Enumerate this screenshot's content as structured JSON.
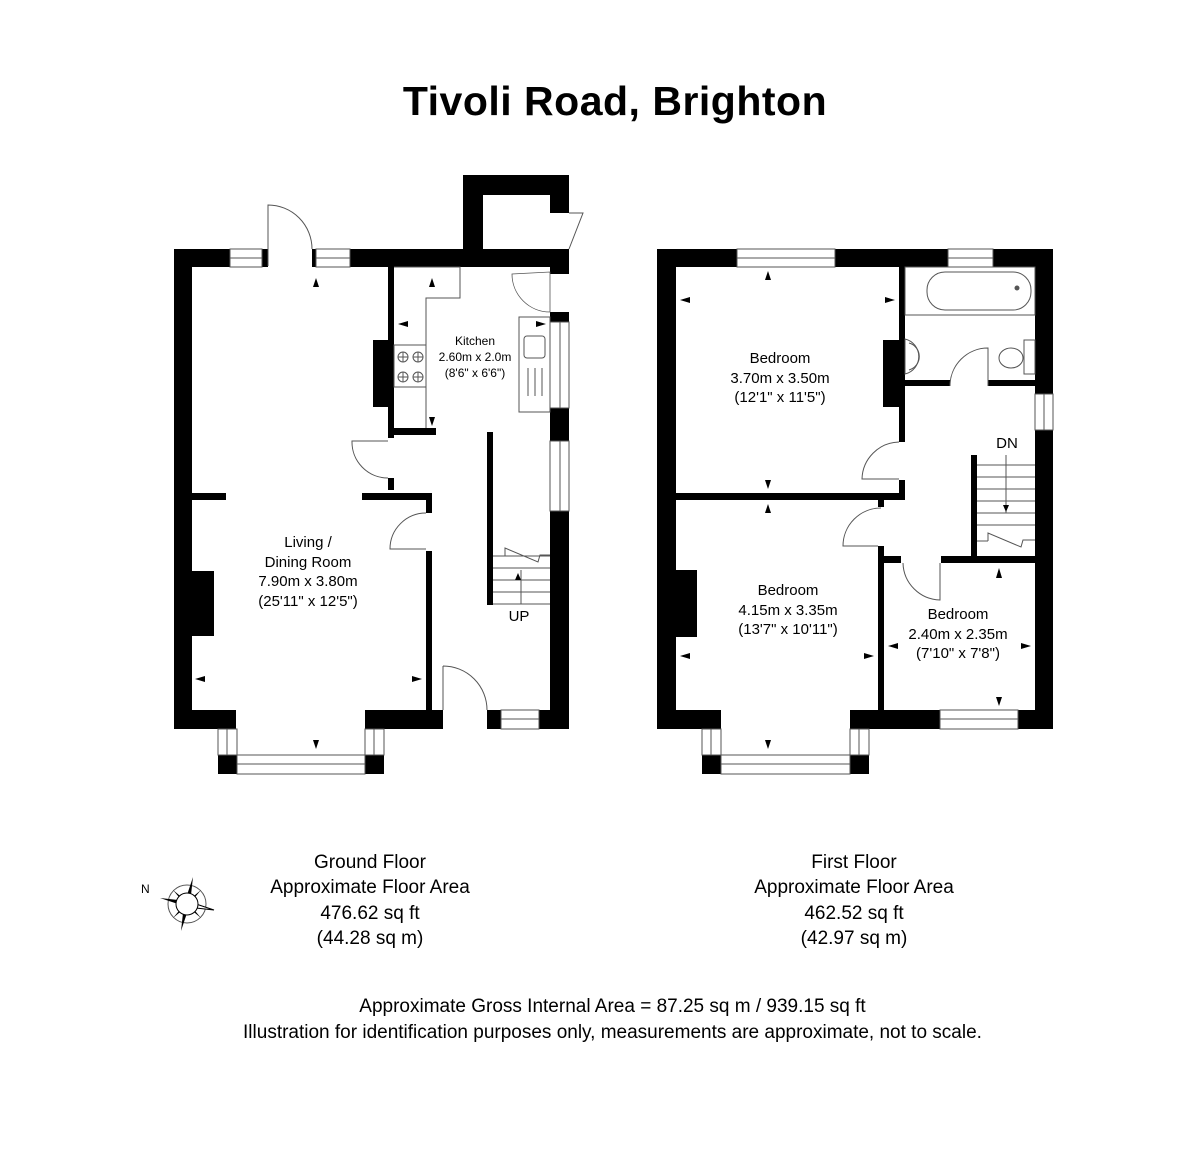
{
  "title": "Tivoli Road, Brighton",
  "ground_floor": {
    "rooms": [
      {
        "name": "Kitchen",
        "metric": "2.60m x 2.0m",
        "imperial": "(8'6\" x 6'6\")"
      },
      {
        "name_line1": "Living /",
        "name_line2": "Dining Room",
        "metric": "7.90m x 3.80m",
        "imperial": "(25'11\" x 12'5\")"
      }
    ],
    "stair_label": "UP",
    "info": {
      "name": "Ground Floor",
      "caption": "Approximate Floor Area",
      "area_sqft": "476.62 sq ft",
      "area_sqm": "(44.28 sq m)"
    }
  },
  "first_floor": {
    "rooms": [
      {
        "name": "Bedroom",
        "metric": "3.70m x 3.50m",
        "imperial": "(12'1\" x 11'5\")"
      },
      {
        "name": "Bedroom",
        "metric": "4.15m x 3.35m",
        "imperial": "(13'7\" x 10'11\")"
      },
      {
        "name": "Bedroom",
        "metric": "2.40m x 2.35m",
        "imperial": "(7'10\" x 7'8\")"
      }
    ],
    "stair_label": "DN",
    "info": {
      "name": "First Floor",
      "caption": "Approximate Floor Area",
      "area_sqft": "462.52 sq ft",
      "area_sqm": "(42.97 sq m)"
    }
  },
  "compass": {
    "label": "N"
  },
  "footer": {
    "gross_area": "Approximate Gross Internal Area = 87.25 sq m / 939.15 sq ft",
    "disclaimer": "Illustration for identification purposes only, measurements are approximate, not to scale."
  },
  "colors": {
    "wall": "#000000",
    "line": "#666666",
    "background": "#ffffff"
  }
}
